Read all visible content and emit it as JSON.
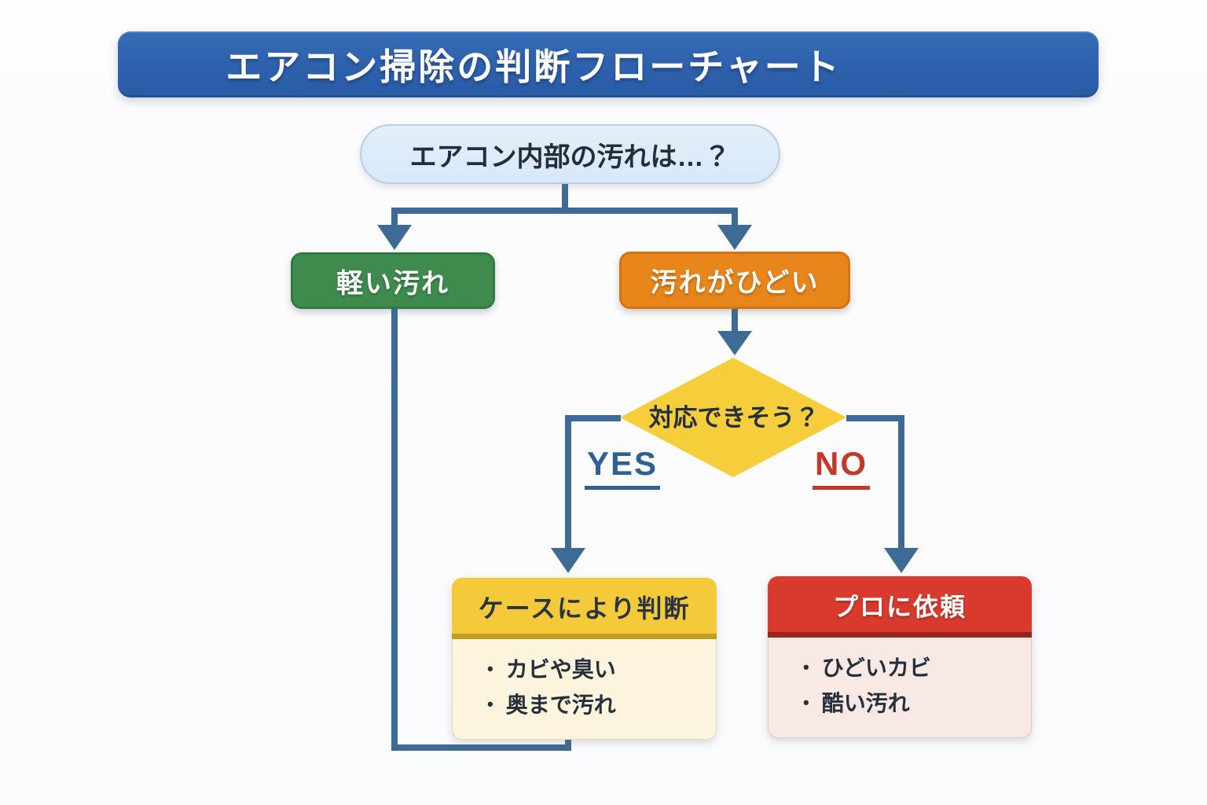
{
  "title": "エアコン掃除の判断フローチャート",
  "flow": {
    "start": "エアコン内部の汚れは…？",
    "branch_light": "軽い汚れ",
    "branch_heavy": "汚れがひどい",
    "decision": "対応できそう？",
    "yes_label": "YES",
    "no_label": "NO",
    "case_card": {
      "title": "ケースにより判断",
      "items": [
        "カビや臭い",
        "奥まで汚れ"
      ]
    },
    "pro_card": {
      "title": "プロに依頼",
      "items": [
        "ひどいカビ",
        "酷い汚れ"
      ]
    }
  },
  "colors": {
    "banner_blue": "#2e61ad",
    "connector_blue": "#3e6b96",
    "start_fill": "#d9e9f7",
    "start_border": "#b7cfe6",
    "light_green": "#3f8b4e",
    "heavy_orange": "#e8861c",
    "decision_yellow": "#f6ce3c",
    "case_header_yellow": "#f5ca3a",
    "case_body_cream": "#fcf4dc",
    "pro_header_red": "#d83b2e",
    "pro_body_pink": "#f9e9e4",
    "yes_blue": "#2e6192",
    "no_red": "#c2392a",
    "text_dark": "#25303c"
  }
}
